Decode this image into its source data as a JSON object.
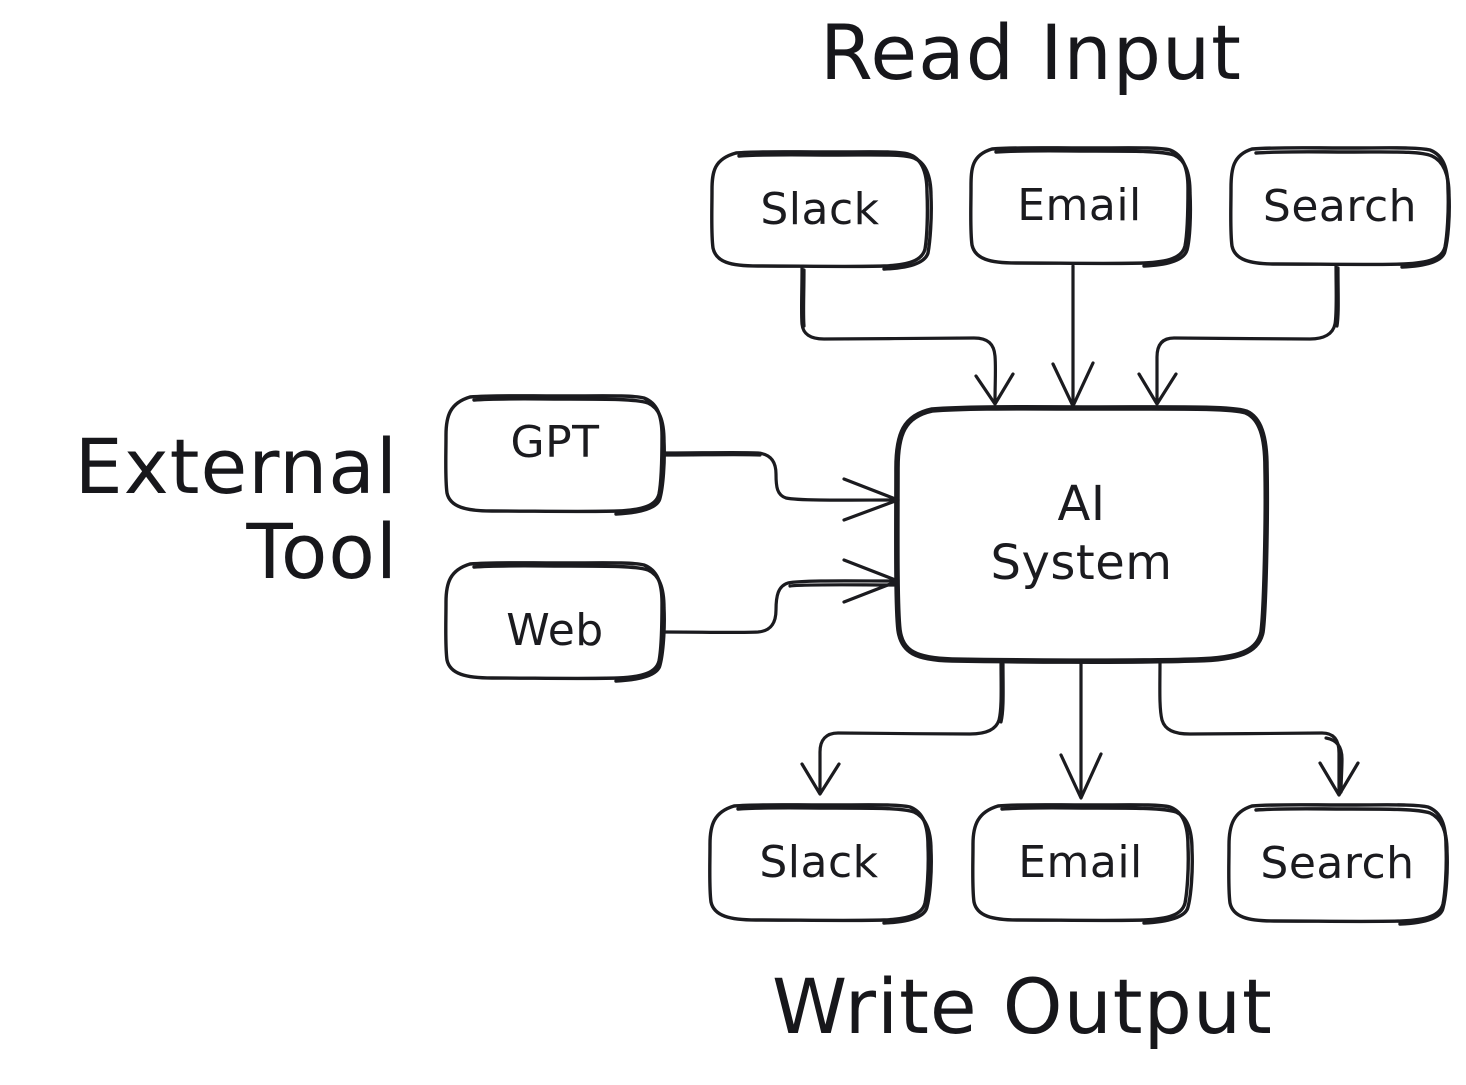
{
  "diagram": {
    "title_read_input": "Read Input",
    "title_external_tool": "External\nTool",
    "title_write_output": "Write Output",
    "background_color": "#ffffff",
    "stroke_color": "#1b1b1f",
    "style": "hand-drawn"
  },
  "nodes": {
    "input_slack": "Slack",
    "input_email": "Email",
    "input_search": "Search",
    "tool_gpt": "GPT",
    "tool_web": "Web",
    "ai_system_line1": "AI",
    "ai_system_line2": "System",
    "output_slack": "Slack",
    "output_email": "Email",
    "output_search": "Search"
  },
  "groups": {
    "read_input": [
      "Slack",
      "Email",
      "Search"
    ],
    "external_tool": [
      "GPT",
      "Web"
    ],
    "write_output": [
      "Slack",
      "Email",
      "Search"
    ]
  },
  "edges": [
    {
      "from": "Slack",
      "to": "AI System",
      "direction": "down"
    },
    {
      "from": "Email",
      "to": "AI System",
      "direction": "down"
    },
    {
      "from": "Search",
      "to": "AI System",
      "direction": "down"
    },
    {
      "from": "GPT",
      "to": "AI System",
      "direction": "right"
    },
    {
      "from": "Web",
      "to": "AI System",
      "direction": "right"
    },
    {
      "from": "AI System",
      "to": "Slack",
      "direction": "down"
    },
    {
      "from": "AI System",
      "to": "Email",
      "direction": "down"
    },
    {
      "from": "AI System",
      "to": "Search",
      "direction": "down"
    }
  ]
}
